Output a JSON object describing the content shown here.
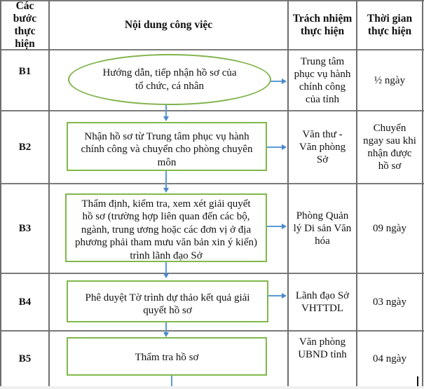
{
  "table": {
    "headers": {
      "step": "Các bước thực hiện",
      "step_lines": [
        "Các",
        "bước",
        "thực",
        "hiện"
      ],
      "content": "Nội dung công việc",
      "responsibility_lines": [
        "Trách nhiệm",
        "thực hiện"
      ],
      "time_lines": [
        "Thời gian",
        "thực hiện"
      ]
    },
    "rows": [
      {
        "step": "B1",
        "shape": "ellipse",
        "content_lines": [
          "Hướng dẫn, tiếp nhận hồ sơ của",
          "tổ chức, cá nhân"
        ],
        "responsibility_lines": [
          "Trung tâm",
          "phục vụ hành",
          "chính công",
          "của tỉnh"
        ],
        "time_lines": [
          "½ ngày"
        ]
      },
      {
        "step": "B2",
        "shape": "rectangle",
        "content_lines": [
          "Nhận hồ sơ từ Trung tâm phục vụ hành",
          "chính công và chuyển cho phòng chuyên",
          "môn"
        ],
        "responsibility_lines": [
          "Văn thư -",
          "Văn phòng",
          "Sở"
        ],
        "time_lines": [
          "Chuyển",
          "ngay sau khi",
          "nhận được",
          "hồ sơ"
        ]
      },
      {
        "step": "B3",
        "shape": "rectangle",
        "content_lines": [
          "Thẩm định, kiểm tra, xem xét giải quyết",
          "hồ sơ (trường hợp liên quan đến các bộ,",
          "ngành, trung ương hoặc các đơn vị ở địa",
          "phương phải tham mưu văn bản xin ý kiến)",
          "trình lãnh đạo Sở"
        ],
        "responsibility_lines": [
          "Phòng Quản",
          "lý Di sản Văn",
          "hóa"
        ],
        "time_lines": [
          "09 ngày"
        ]
      },
      {
        "step": "B4",
        "shape": "rectangle",
        "content_lines": [
          "Phê duyệt Tờ trình dự thảo kết quả giải",
          "quyết hồ sơ"
        ],
        "responsibility_lines": [
          "Lãnh đạo Sở",
          "VHTTDL"
        ],
        "time_lines": [
          "03 ngày"
        ]
      },
      {
        "step": "B5",
        "shape": "rectangle",
        "content_lines": [
          "Thẩm tra hồ sơ"
        ],
        "responsibility_lines": [
          "Văn phòng",
          "UBND tỉnh"
        ],
        "time_lines": [
          "04 ngày"
        ]
      }
    ]
  },
  "colors": {
    "shape_border": "#80b84a",
    "arrow": "#5b9bd5",
    "grid": "#7a7a7a"
  },
  "icons": {
    "arrow_down": "down-arrow-icon",
    "arrow_right": "right-arrow-icon"
  }
}
